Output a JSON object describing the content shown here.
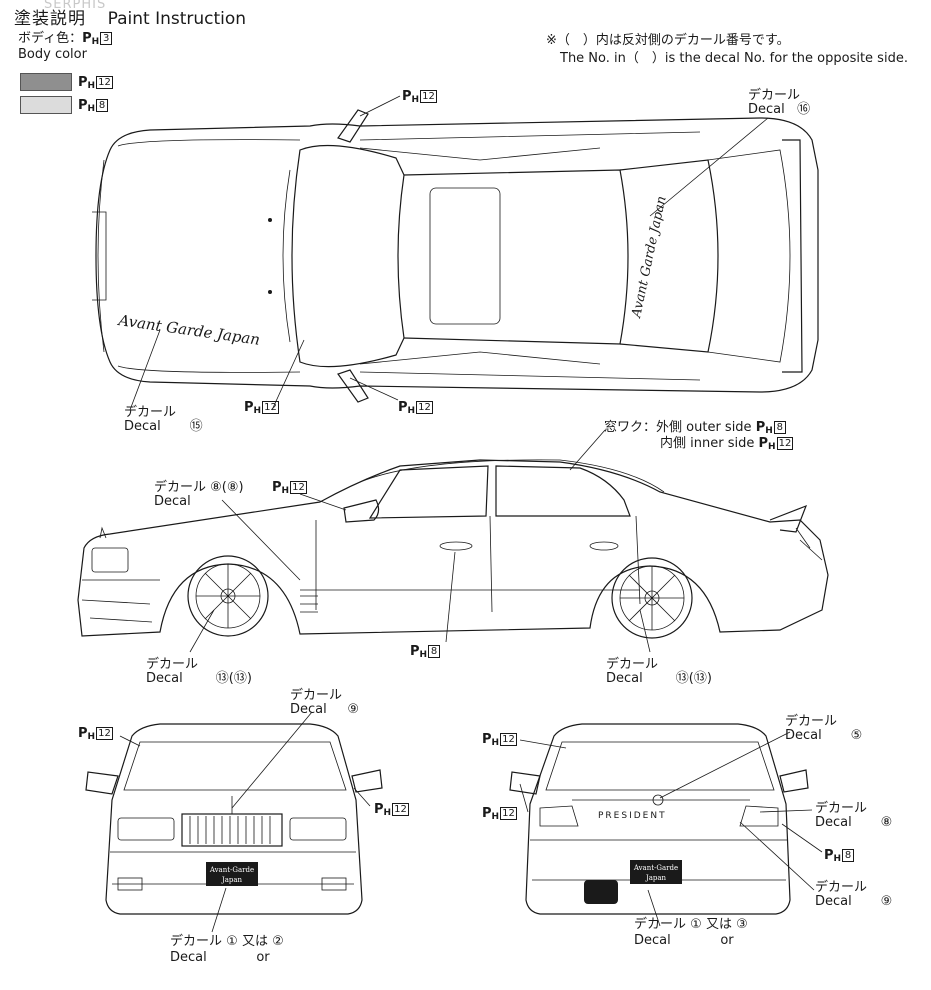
{
  "header": {
    "title_jp": "塗装説明",
    "title_en": "Paint Instruction",
    "watermark": "SERPHIS"
  },
  "body_color": {
    "label_jp": "ボディ色：",
    "label_en": "Body color",
    "color_num": "3",
    "swatches": [
      {
        "num": "12",
        "color": "#8f8f8f"
      },
      {
        "num": "8",
        "color": "#dcdcdc"
      }
    ]
  },
  "note": {
    "jp": "※（　）内は反対側のデカール番号です。",
    "en": "The No. in（　）is the decal No. for the opposite side."
  },
  "paint_prefix": {
    "p": "P",
    "h": "H"
  },
  "decal_jp": "デカール",
  "decal_en": "Decal",
  "or_jp": "又は",
  "or_en": "or",
  "callouts": {
    "top_mirror_top": "12",
    "top_mirror_bottom": "12",
    "top_pillar_bottom": "12",
    "decal_roof": "⑯",
    "decal_hood": "⑮",
    "window_frame_jp": "窓ワク：外側",
    "window_frame_outer_en": "outer side",
    "window_frame_outer_num": "8",
    "window_frame_inner_jp": "内側",
    "window_frame_inner_en": "inner side",
    "window_frame_inner_num": "12",
    "side_decal_fender": "⑧(⑧)",
    "side_mirror": "12",
    "side_handle": "8",
    "side_decal_front_wheel": "⑬(⑬)",
    "side_decal_rear_wheel": "⑬(⑬)",
    "front_pillar": "12",
    "front_mirror": "12",
    "front_decal_grille": "⑨",
    "front_decal_plate_a": "①",
    "front_decal_plate_b": "②",
    "rear_pillar": "12",
    "rear_mirror": "12",
    "rear_decal_emblem": "⑤",
    "rear_decal_badge": "⑧",
    "rear_lamp": "8",
    "rear_decal_light": "⑨",
    "rear_decal_plate_a": "①",
    "rear_decal_plate_b": "③"
  },
  "car_text": {
    "script": "Avant Garde Japan",
    "plate_line1": "Avant-Garde",
    "plate_line2": "Japan",
    "rear_badge": "PRESIDENT"
  }
}
